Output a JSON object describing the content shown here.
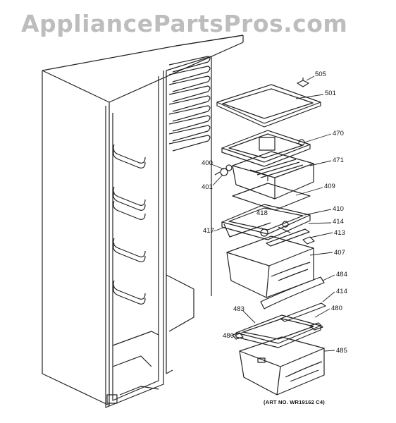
{
  "watermark": "AppliancePartsPros.com",
  "art_number": "(ART NO. WR19162 C4)",
  "callouts": {
    "p505": "505",
    "p501": "501",
    "p470": "470",
    "p471": "471",
    "p400": "400",
    "p401": "401",
    "p409": "409",
    "p418": "418",
    "p410": "410",
    "p414a": "414",
    "p417": "417",
    "p413": "413",
    "p407": "407",
    "p484": "484",
    "p414b": "414",
    "p483": "483",
    "p480": "480",
    "p486": "486",
    "p485": "485"
  }
}
